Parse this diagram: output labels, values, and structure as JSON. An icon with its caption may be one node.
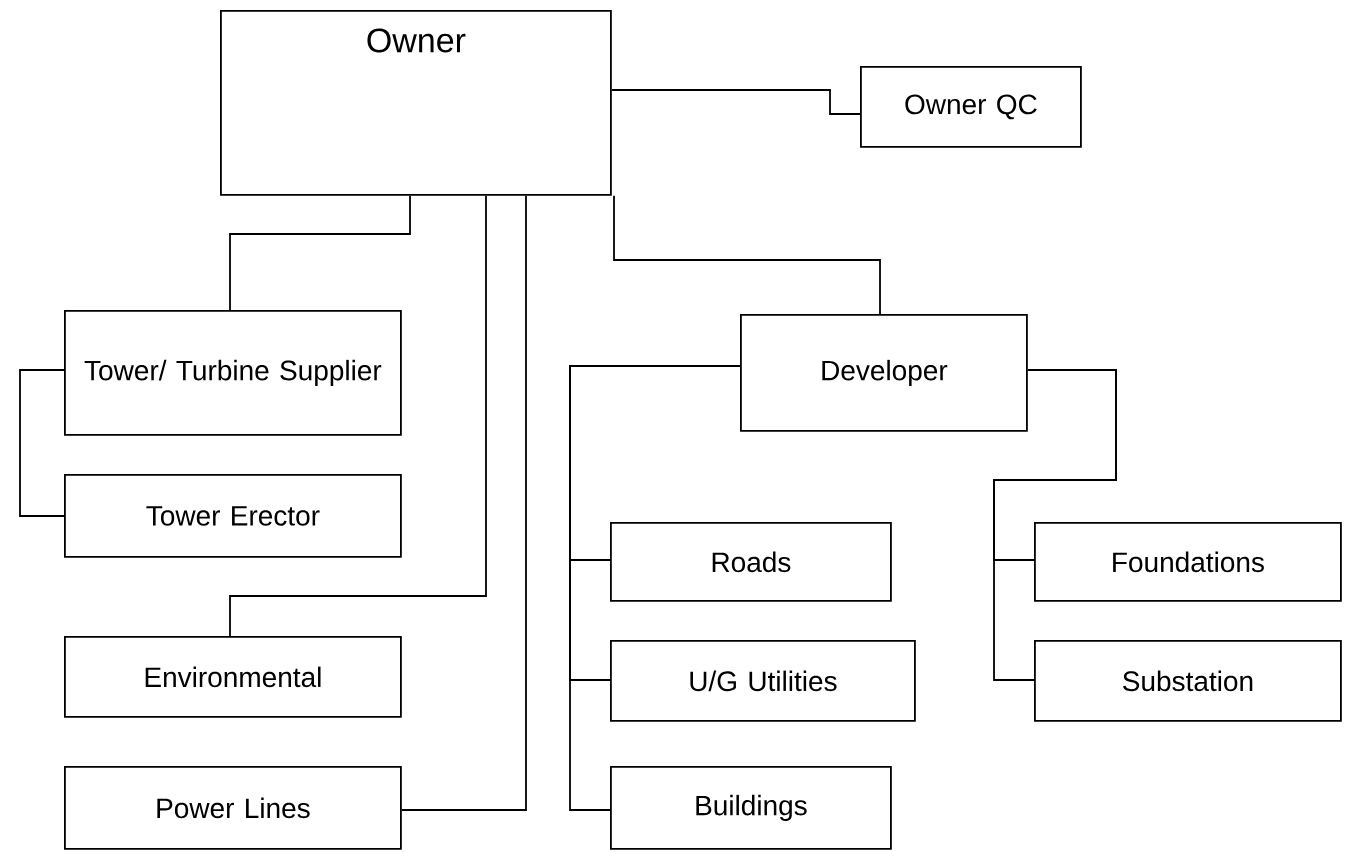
{
  "diagram": {
    "nodes": [
      {
        "text": [
          "Owner"
        ]
      },
      {
        "text": [
          "Owner QC"
        ]
      },
      {
        "text": [
          "Tower/ Turbine Supplier"
        ]
      },
      {
        "text": [
          "Tower Erector"
        ]
      },
      {
        "text": [
          "Environmental"
        ]
      },
      {
        "text": [
          "Power Lines"
        ]
      },
      {
        "text": [
          "Developer"
        ]
      },
      {
        "text": [
          "Roads"
        ]
      },
      {
        "text": [
          "U/G Utilities"
        ]
      },
      {
        "text": [
          "Buildings"
        ]
      },
      {
        "text": [
          "Foundations"
        ]
      },
      {
        "text": [
          "Substation"
        ]
      }
    ],
    "edges": [
      {
        "from": 0,
        "to": 1,
        "arrow": "none"
      },
      {
        "from": 0,
        "to": 2,
        "arrow": "none"
      },
      {
        "from": 2,
        "to": 3,
        "arrow": "none"
      },
      {
        "from": 0,
        "to": 4,
        "arrow": "none"
      },
      {
        "from": 0,
        "to": 5,
        "arrow": "none"
      },
      {
        "from": 0,
        "to": 6,
        "arrow": "none"
      },
      {
        "from": 6,
        "to": 7,
        "arrow": "none"
      },
      {
        "from": 6,
        "to": 8,
        "arrow": "none"
      },
      {
        "from": 6,
        "to": 9,
        "arrow": "none"
      },
      {
        "from": 6,
        "to": 10,
        "arrow": "none"
      },
      {
        "from": 6,
        "to": 11,
        "arrow": "none"
      }
    ]
  }
}
